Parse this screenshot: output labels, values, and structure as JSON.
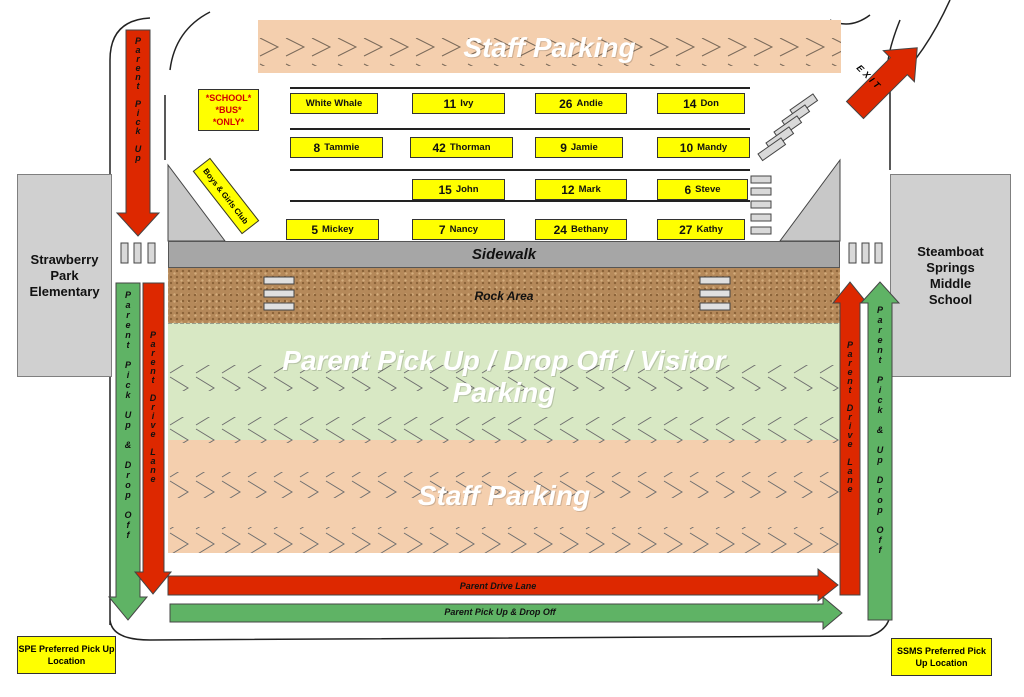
{
  "buildings": {
    "left": "Strawberry Park Elementary",
    "right": "Steamboat Springs Middle School"
  },
  "areas": {
    "top_staff": "Staff Parking",
    "sidewalk": "Sidewalk",
    "rock": "Rock Area",
    "parent_lot_line1": "Parent Pick Up / Drop Off / Visitor",
    "parent_lot_line2": "Parking",
    "bottom_staff": "Staff Parking",
    "bus_only_line1": "*SCHOOL*",
    "bus_only_line2": "*BUS*",
    "bus_only_line3": "*ONLY*",
    "boys_girls": "Boys & Girls Club"
  },
  "bus_rows": [
    [
      {
        "num": "",
        "name": "White Whale"
      },
      {
        "num": "11",
        "name": "Ivy"
      },
      {
        "num": "26",
        "name": "Andie"
      },
      {
        "num": "14",
        "name": "Don"
      }
    ],
    [
      {
        "num": "8",
        "name": "Tammie"
      },
      {
        "num": "42",
        "name": "Thorman"
      },
      {
        "num": "9",
        "name": "Jamie"
      },
      {
        "num": "10",
        "name": "Mandy"
      }
    ],
    [
      {
        "num": "15",
        "name": "John"
      },
      {
        "num": "12",
        "name": "Mark"
      },
      {
        "num": "6",
        "name": "Steve"
      }
    ],
    [
      {
        "num": "5",
        "name": "Mickey"
      },
      {
        "num": "7",
        "name": "Nancy"
      },
      {
        "num": "24",
        "name": "Bethany"
      },
      {
        "num": "27",
        "name": "Kathy"
      }
    ]
  ],
  "arrows": {
    "top_left_vertical": "Parent Pick Up",
    "left_green_vertical": "Parent Pick Up & Drop Off",
    "left_red_vertical": "Parent Drive Lane",
    "right_red_vertical": "Parent Drive Lane",
    "right_green_vertical": "Parent Pick & Up Drop Off",
    "bottom_red": "Parent Drive Lane",
    "bottom_green": "Parent Pick Up & Drop Off",
    "exit": "EXIT"
  },
  "locations": {
    "spe": "SPE Preferred Pick Up Location",
    "ssms": "SSMS Preferred Pick Up Location"
  },
  "colors": {
    "staff": "#f4cfae",
    "parent": "#d8e8c4",
    "rock": "#b5895a",
    "sidewalk": "#a6a6a6",
    "red": "#dd2800",
    "green": "#5fb365",
    "yellow": "#ffff00"
  }
}
